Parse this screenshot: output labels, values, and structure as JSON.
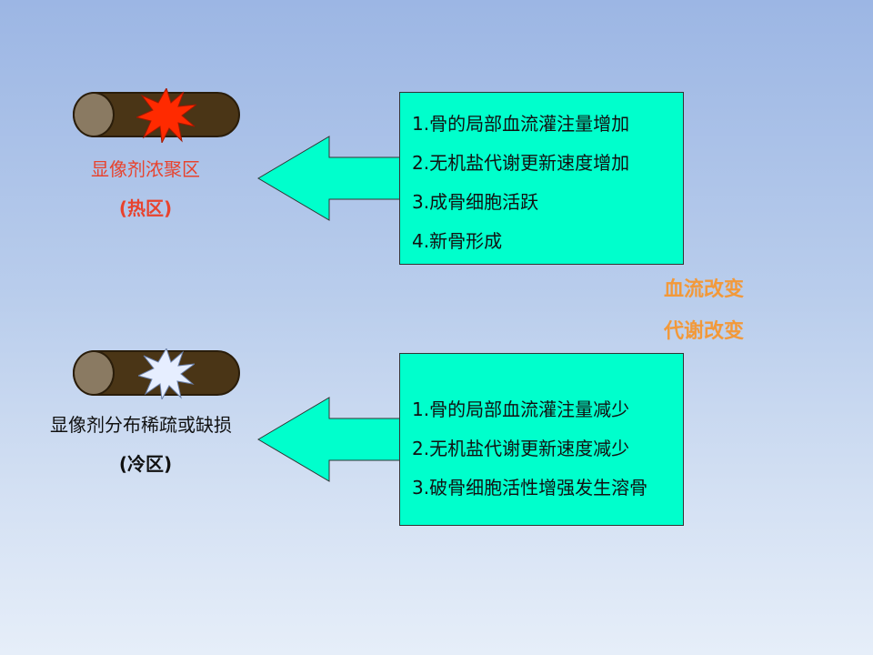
{
  "hot": {
    "label": "显像剂浓聚区",
    "sublabel": "(热区)",
    "items": [
      "1.骨的局部血流灌注量增加",
      "2.无机盐代谢更新速度增加",
      "3.成骨细胞活跃",
      "4.新骨形成"
    ]
  },
  "cold": {
    "label": "显像剂分布稀疏或缺损",
    "sublabel": "(冷区)",
    "items": [
      "1.骨的局部血流灌注量减少",
      "2.无机盐代谢更新速度减少",
      "3.破骨细胞活性增强发生溶骨"
    ]
  },
  "side": {
    "line1": "血流改变",
    "line2": "代谢改变"
  },
  "colors": {
    "bone_shaft": "#4a3516",
    "bone_end": "#8a7a62",
    "hot_star": "#ff2a00",
    "cold_star": "#e6eeff",
    "arrow_fill": "#00ffcc",
    "hot_text": "#e8432e",
    "side_text": "#f2993a"
  }
}
